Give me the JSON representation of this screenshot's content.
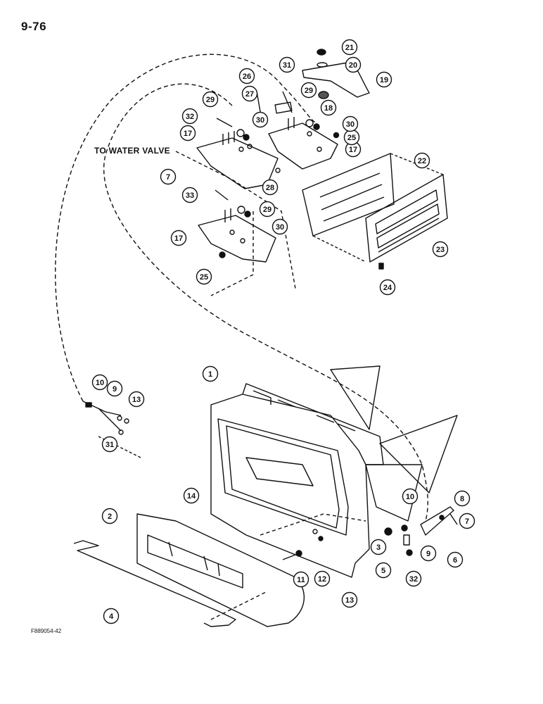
{
  "page_number": "9-76",
  "drawing_code": "F889054-42",
  "water_valve_label": "TO WATER VALVE",
  "callouts": [
    "1",
    "2",
    "3",
    "4",
    "5",
    "6",
    "7",
    "7",
    "8",
    "9",
    "9",
    "10",
    "10",
    "11",
    "12",
    "13",
    "13",
    "14",
    "17",
    "17",
    "17",
    "18",
    "19",
    "20",
    "21",
    "22",
    "23",
    "24",
    "25",
    "25",
    "26",
    "27",
    "28",
    "29",
    "29",
    "29",
    "30",
    "30",
    "30",
    "31",
    "31",
    "32",
    "32",
    "33"
  ]
}
